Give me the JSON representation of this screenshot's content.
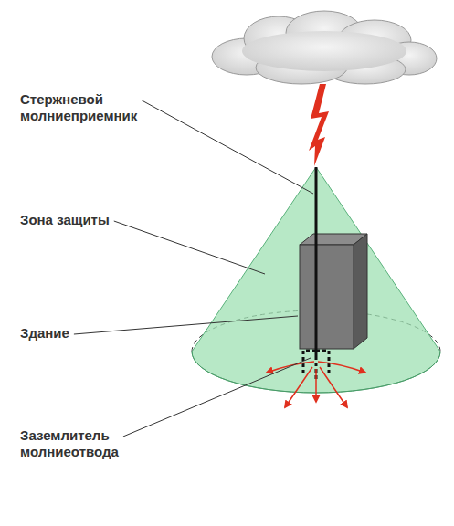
{
  "diagram": {
    "labels": [
      "Стержневой молниеприемник",
      "Зона защиты",
      "Здание",
      "Заземлитель молниеотвода"
    ]
  }
}
